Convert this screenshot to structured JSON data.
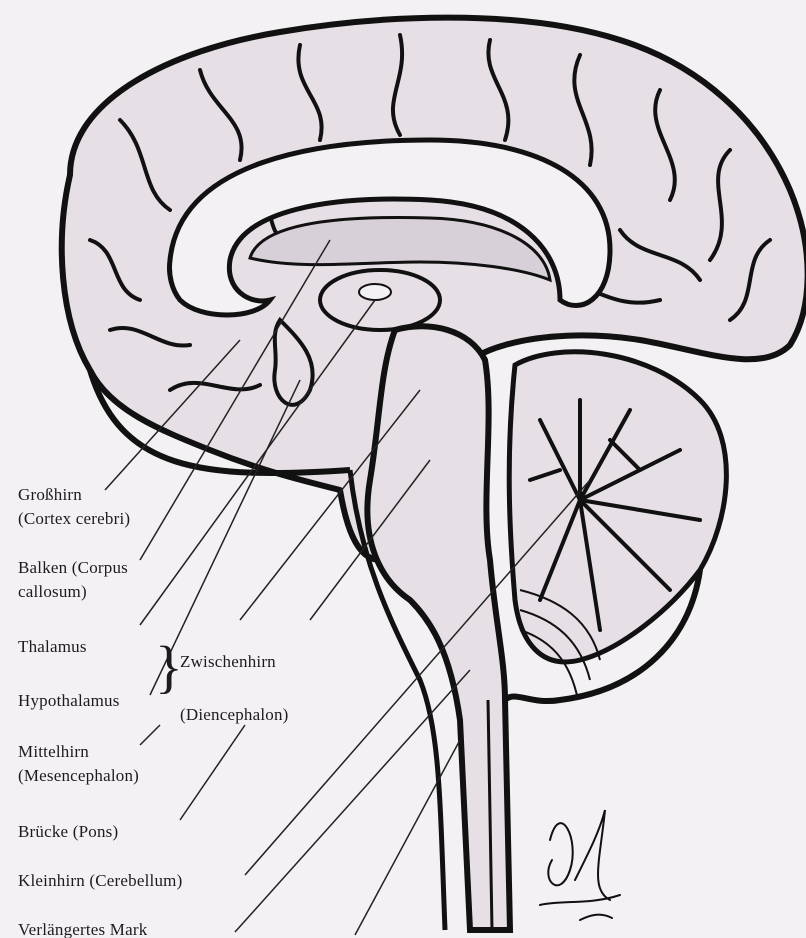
{
  "labels": {
    "cortex": {
      "line1": "Großhirn",
      "line2": "(Cortex cerebri)"
    },
    "corpus_callosum": {
      "line1": "Balken (Corpus",
      "line2": "callosum)"
    },
    "thalamus": "Thalamus",
    "hypothalamus": "Hypothalamus",
    "diencephalon": {
      "line1": "Zwischenhirn",
      "line2": "(Diencephalon)"
    },
    "midbrain": {
      "line1": "Mittelhirn",
      "line2": "(Mesencephalon)"
    },
    "pons": "Brücke (Pons)",
    "cerebellum": "Kleinhirn (Cerebellum)",
    "medulla": "Verlängertes Mark"
  },
  "colors": {
    "paper": "#f3f1f3",
    "tissue": "#e6e0e6",
    "ink": "#111111",
    "ventricle": "#d8d0d8"
  }
}
